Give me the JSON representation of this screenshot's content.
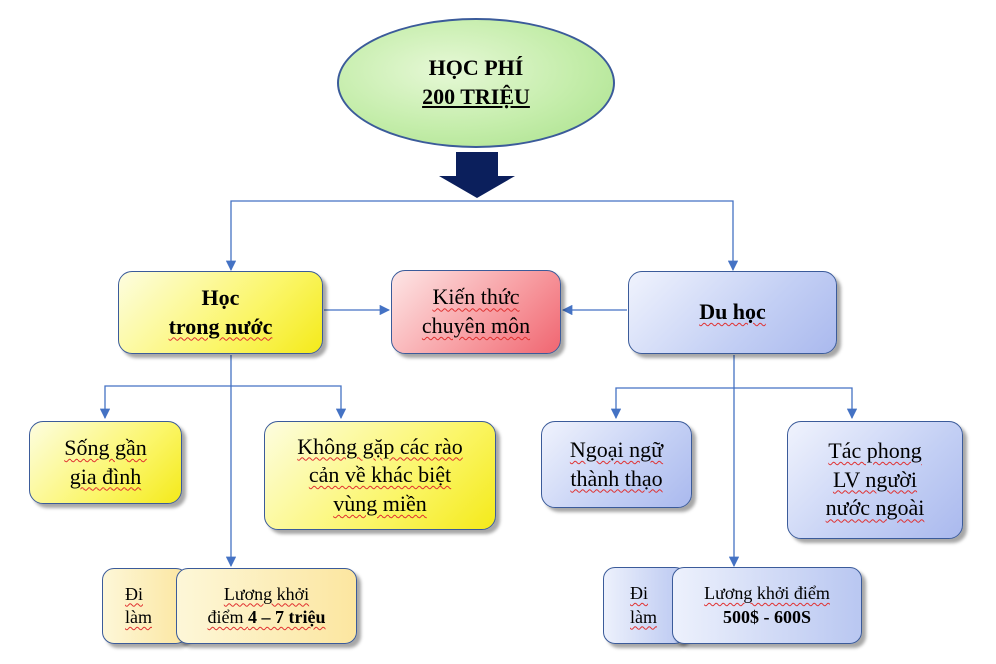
{
  "root": {
    "line1": "HỌC PHÍ",
    "line2": "200 TRIỆU"
  },
  "domestic": {
    "line1": "Học",
    "line2": "trong nước"
  },
  "knowledge": {
    "line1": "Kiến thức",
    "line2": "chuyên môn"
  },
  "abroad": {
    "label": "Du học"
  },
  "near_family": {
    "line1": "Sống gần",
    "line2": "gia đình"
  },
  "no_barriers": {
    "line1": "Không gặp các rào",
    "line2": "cản về khác biệt",
    "line3": "vùng miền"
  },
  "language": {
    "line1": "Ngoại ngữ",
    "line2": "thành thạo"
  },
  "work_style": {
    "line1": "Tác phong",
    "line2": "LV người",
    "line3": "nước ngoài"
  },
  "work_domestic": {
    "line1": "Đi",
    "line2": "làm"
  },
  "salary_domestic": {
    "line1": "Lương khởi",
    "line2_prefix": "điểm ",
    "line2_value": "4 – 7 triệu"
  },
  "work_abroad": {
    "line1": "Đi",
    "line2": "làm"
  },
  "salary_abroad": {
    "line1": "Lương khởi điểm",
    "line2": "500$ - 600S"
  },
  "colors": {
    "connector": "#4472c4",
    "big_arrow": "#0b1f5c",
    "border": "#3b5b9a"
  }
}
